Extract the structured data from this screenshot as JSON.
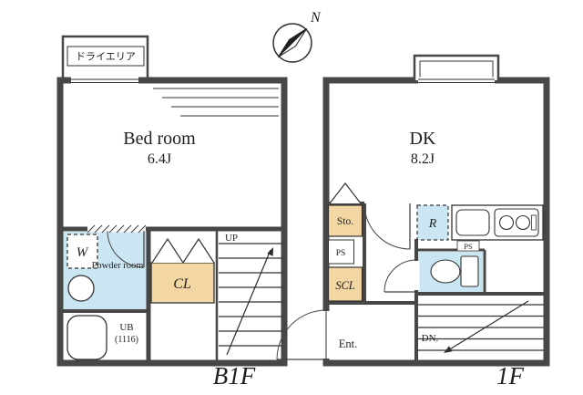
{
  "compass": {
    "n": "N"
  },
  "colors": {
    "wall": "#474747",
    "line": "#333333",
    "closet_tan": "#f3d7a3",
    "water_blue": "#cbe6f3"
  },
  "b1f": {
    "floor_label": "B1F",
    "dry_area_label": "ドライエリア",
    "bedroom_name": "Bed room",
    "bedroom_size": "6.4J",
    "washer_label": "W",
    "powder_room_label": "Powder room",
    "bath_label": "UB",
    "bath_size": "(1116)",
    "closet_label": "CL",
    "up_label": "UP"
  },
  "f1": {
    "floor_label": "1F",
    "dk_name": "DK",
    "dk_size": "8.2J",
    "storage_label": "Sto.",
    "ps_left_label": "PS",
    "scl_label": "SCL",
    "entrance_label": "Ent.",
    "fridge_label": "R",
    "ps_right_label": "PS",
    "dn_label": "DN."
  }
}
